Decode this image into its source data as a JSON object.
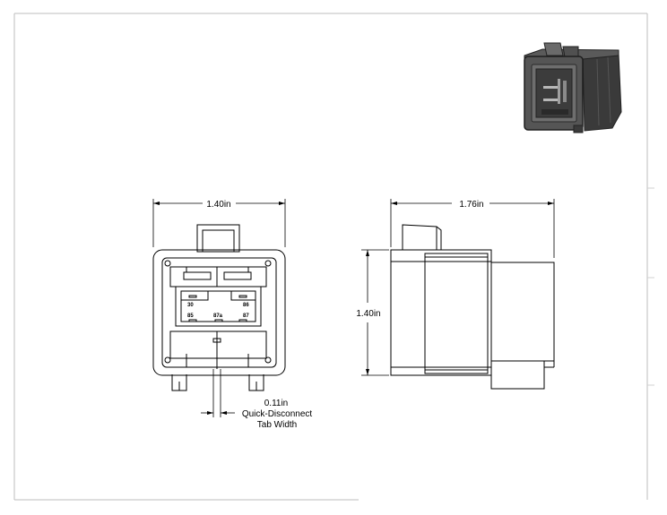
{
  "front_view": {
    "width_label": "1.40in",
    "pins": {
      "p30": "30",
      "p86": "86",
      "p85": "85",
      "p87a": "87a",
      "p87": "87"
    },
    "tab_label": {
      "value": "0.11in",
      "line1": "Quick-Disconnect",
      "line2": "Tab Width"
    }
  },
  "side_view": {
    "width_label": "1.76in",
    "height_label": "1.40in"
  },
  "colors": {
    "line": "#000000",
    "sheet_border": "#bdbdbd",
    "photo_body": "#4a4a4a",
    "photo_dark": "#2b2b2b",
    "photo_light": "#8c8c8c"
  }
}
